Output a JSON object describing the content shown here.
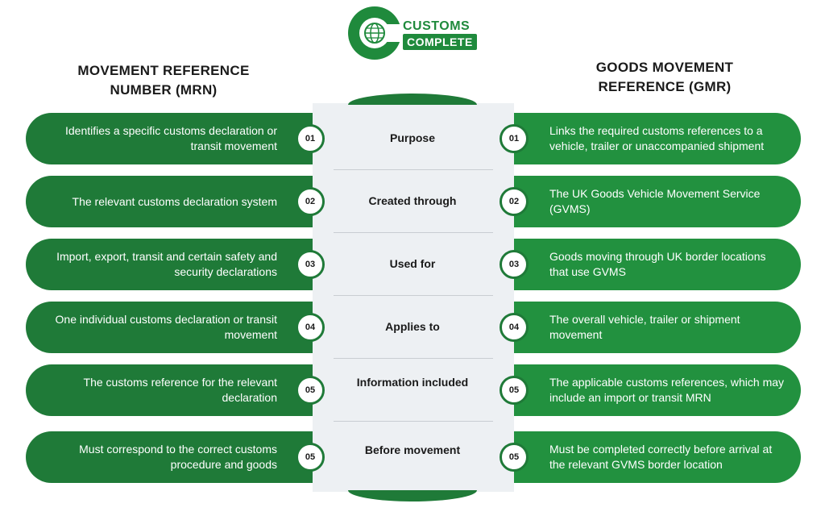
{
  "logo": {
    "line1": "CUSTOMS",
    "line2": "COMPLETE"
  },
  "headers": {
    "left": "MOVEMENT REFERENCE NUMBER (MRN)",
    "right": "GOODS MOVEMENT REFERENCE (GMR)"
  },
  "colors": {
    "dark_green": "#1f7a38",
    "green": "#22913f",
    "panel": "#edf0f3"
  },
  "rows": [
    {
      "num_left": "01",
      "label": "Purpose",
      "num_right": "01",
      "mrn": "Identifies a specific customs declaration or transit movement",
      "gmr": "Links the required customs references to a vehicle, trailer or unaccompanied shipment"
    },
    {
      "num_left": "02",
      "label": "Created through",
      "num_right": "02",
      "mrn": "The relevant customs declaration system",
      "gmr": "The UK Goods Vehicle Movement Service (GVMS)"
    },
    {
      "num_left": "03",
      "label": "Used for",
      "num_right": "03",
      "mrn": "Import, export, transit and certain safety and security declarations",
      "gmr": "Goods moving through UK border locations that use GVMS"
    },
    {
      "num_left": "04",
      "label": "Applies to",
      "num_right": "04",
      "mrn": "One individual customs declaration or transit movement",
      "gmr": "The overall vehicle, trailer or shipment movement"
    },
    {
      "num_left": "05",
      "label": "Information included",
      "num_right": "05",
      "mrn": "The customs reference for the relevant declaration",
      "gmr": "The applicable customs references, which may include an import or transit MRN"
    },
    {
      "num_left": "05",
      "label": "Before movement",
      "num_right": "05",
      "mrn": "Must correspond to the correct customs procedure and goods",
      "gmr": "Must be completed correctly before arrival at the relevant GVMS border location"
    }
  ]
}
